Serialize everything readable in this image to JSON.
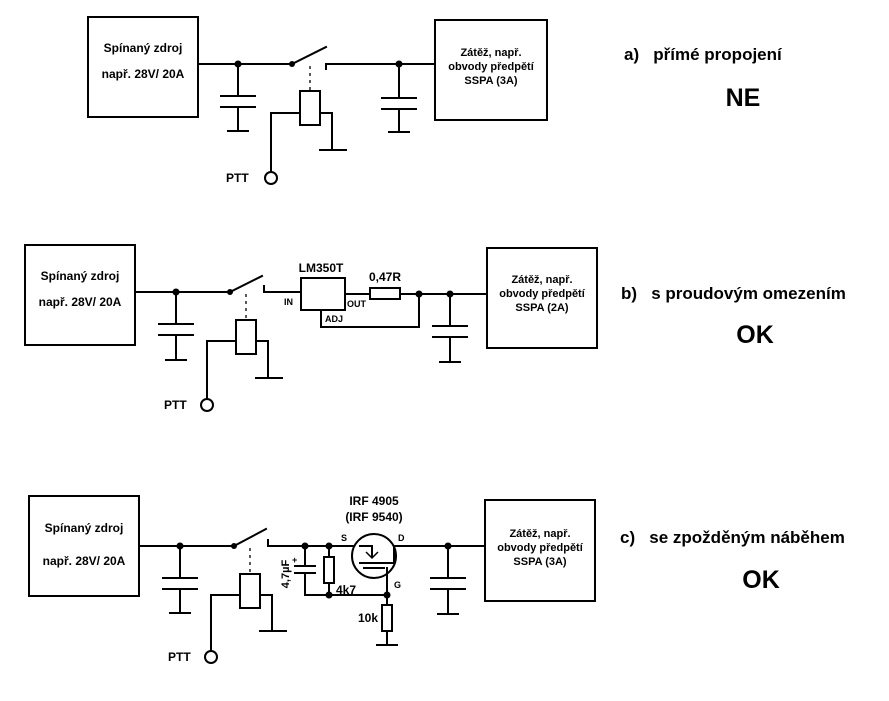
{
  "source_box": {
    "line1": "Spínaný zdroj",
    "line2": "např. 28V/ 20A"
  },
  "circuit_a": {
    "load": {
      "line1": "Zátěž, např.",
      "line2": "obvody předpětí",
      "line3": "SSPA (3A)"
    },
    "ptt": "PTT",
    "caption": "a)   přímé propojení",
    "verdict": "NE"
  },
  "circuit_b": {
    "regulator": "LM350T",
    "pin_in": "IN",
    "pin_out": "OUT",
    "pin_adj": "ADJ",
    "resistor": "0,47R",
    "load": {
      "line1": "Zátěž, např.",
      "line2": "obvody předpětí",
      "line3": "SSPA  (2A)"
    },
    "ptt": "PTT",
    "caption": "b)   s proudovým omezením",
    "verdict": "OK"
  },
  "circuit_c": {
    "mosfet_line1": "IRF 4905",
    "mosfet_line2": "(IRF 9540)",
    "pin_s": "S",
    "pin_d": "D",
    "pin_g": "G",
    "capacitor": "4,7µF",
    "cap_plus": "+",
    "resistor_1": "4k7",
    "resistor_2": "10k",
    "load": {
      "line1": "Zátěž, např.",
      "line2": "obvody předpětí",
      "line3": "SSPA (3A)"
    },
    "ptt": "PTT",
    "caption": "c)   se zpožděným náběhem",
    "verdict": "OK"
  },
  "colors": {
    "ne": "#ff0000",
    "ok": "#008000"
  }
}
